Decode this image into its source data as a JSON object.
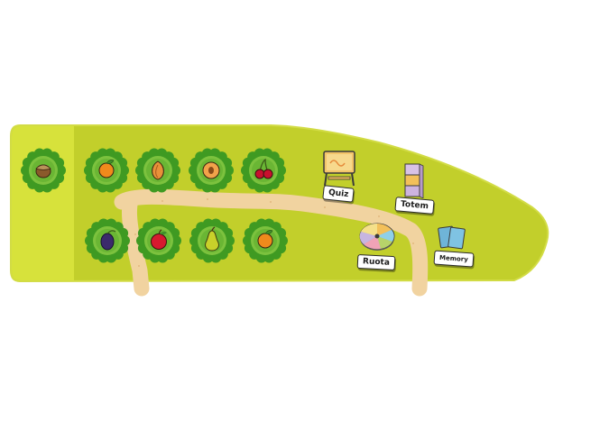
{
  "board": {
    "colors": {
      "field": "#c2cf2b",
      "field_edge": "#d1dc3b",
      "start_strip": "#d6e23a",
      "path": "#f1d3a0",
      "bush_dark": "#3f9a22",
      "bush_light": "#7cc23e"
    }
  },
  "bushes": [
    {
      "id": "hazelnut",
      "icon": "hazelnut-icon",
      "color": "#8a5a2b"
    },
    {
      "id": "orange-1",
      "icon": "orange-icon",
      "color": "#f08a1c"
    },
    {
      "id": "almond",
      "icon": "almond-icon",
      "color": "#e8913a"
    },
    {
      "id": "apricot",
      "icon": "apricot-icon",
      "color": "#f2a24a"
    },
    {
      "id": "cherry",
      "icon": "cherry-icon",
      "color": "#c8102e"
    },
    {
      "id": "plum",
      "icon": "plum-icon",
      "color": "#3b2a6b"
    },
    {
      "id": "apple",
      "icon": "apple-icon",
      "color": "#d7192f"
    },
    {
      "id": "pear",
      "icon": "pear-icon",
      "color": "#c9d12a"
    },
    {
      "id": "orange-2",
      "icon": "orange-icon",
      "color": "#f08a1c"
    }
  ],
  "activities": {
    "quiz": {
      "label": "Quiz",
      "icon": "quiz-board-icon"
    },
    "totem": {
      "label": "Totem",
      "icon": "totem-icon"
    },
    "ruota": {
      "label": "Ruota",
      "icon": "wheel-icon"
    },
    "memory": {
      "label": "Memory",
      "icon": "memory-cards-icon"
    }
  }
}
